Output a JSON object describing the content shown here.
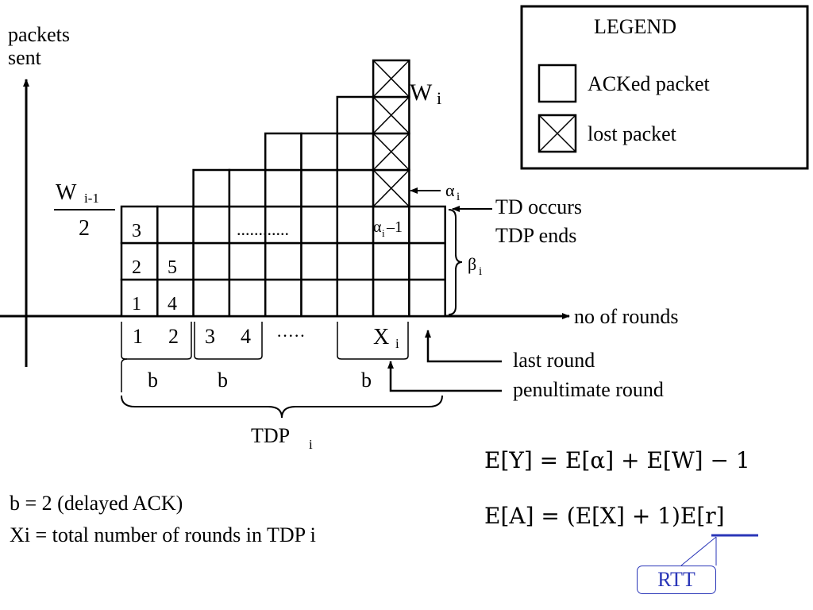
{
  "axes": {
    "y_label_line1": "packets",
    "y_label_line2": "sent",
    "x_label": "no of rounds"
  },
  "legend": {
    "title": "LEGEND",
    "acked": "ACKed packet",
    "lost": "lost packet"
  },
  "labels": {
    "w_i_main": "W",
    "w_i_sub": "i",
    "w_prev_main": "W",
    "w_prev_sub": "i-1",
    "w_prev_den": "2",
    "alpha_main": "α",
    "alpha_sub": "i",
    "alpha_minus_main": "α",
    "alpha_minus_sub": "i",
    "alpha_minus_tail": "–1",
    "beta_main": "β",
    "beta_sub": "i",
    "td_occurs": "TD occurs",
    "tdp_ends": "TDP ends",
    "dots_wide": "............",
    "dots_short": "·····",
    "last_round": "last round",
    "penultimate_round": "penultimate round",
    "tdp_main": "TDP",
    "tdp_sub": "i",
    "x_main": "X",
    "x_sub": "i"
  },
  "cell_numbers": {
    "row1": [
      "1",
      "4"
    ],
    "row2": [
      "2",
      "5"
    ],
    "row3": [
      "3"
    ]
  },
  "round_numbers": [
    "1",
    "2",
    "3",
    "4"
  ],
  "b_labels": [
    "b",
    "b",
    "b"
  ],
  "notes": {
    "line1": "b = 2 (delayed ACK)",
    "line2": "Xi = total number of rounds in TDP i"
  },
  "equations": {
    "eq1": "E[Y] = E[α] + E[W] − 1",
    "eq2_left": "E[A] = (E[X] + 1)",
    "eq2_right": "E[r]",
    "rtt": "RTT"
  },
  "colors": {
    "rtt_blue": "#2a36b8"
  }
}
